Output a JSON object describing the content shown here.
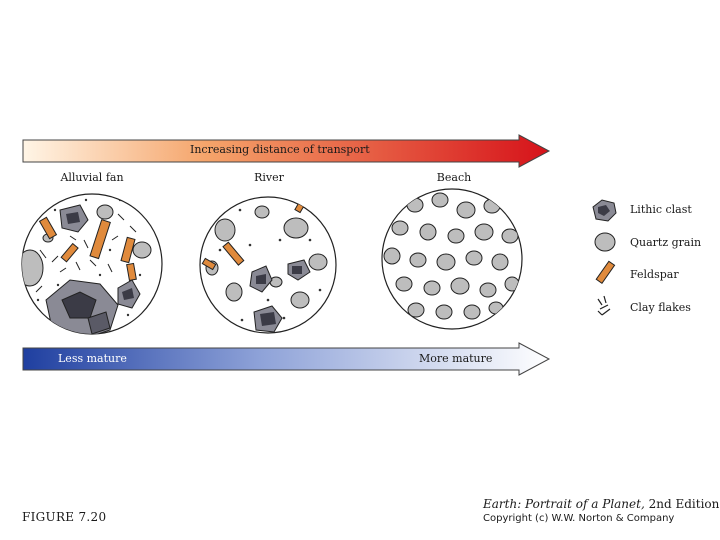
{
  "top_arrow": {
    "label": "Increasing distance of transport"
  },
  "bottom_arrow": {
    "left_label": "Less mature",
    "right_label": "More mature"
  },
  "circles": [
    {
      "title": "Alluvial fan"
    },
    {
      "title": "River"
    },
    {
      "title": "Beach"
    }
  ],
  "legend": [
    {
      "label": "Lithic clast",
      "icon": "lithic-clast-icon"
    },
    {
      "label": "Quartz grain",
      "icon": "quartz-grain-icon"
    },
    {
      "label": "Feldspar",
      "icon": "feldspar-icon"
    },
    {
      "label": "Clay flakes",
      "icon": "clay-flakes-icon"
    }
  ],
  "figure_label": "FIGURE 7.20",
  "credit": {
    "book_title": "Earth: Portrait of a Planet,",
    "edition": "2nd Edition",
    "copyright": "Copyright (c) W.W. Norton & Company"
  },
  "colors": {
    "top_arrow_start": "#fff3e0",
    "top_arrow_end": "#d6121a",
    "bottom_arrow_start": "#1f3fa0",
    "bottom_arrow_end": "#ffffff",
    "quartz": "#bdbdbd",
    "lithic_dark": "#3b3b46",
    "feldspar": "#e08a3c"
  }
}
